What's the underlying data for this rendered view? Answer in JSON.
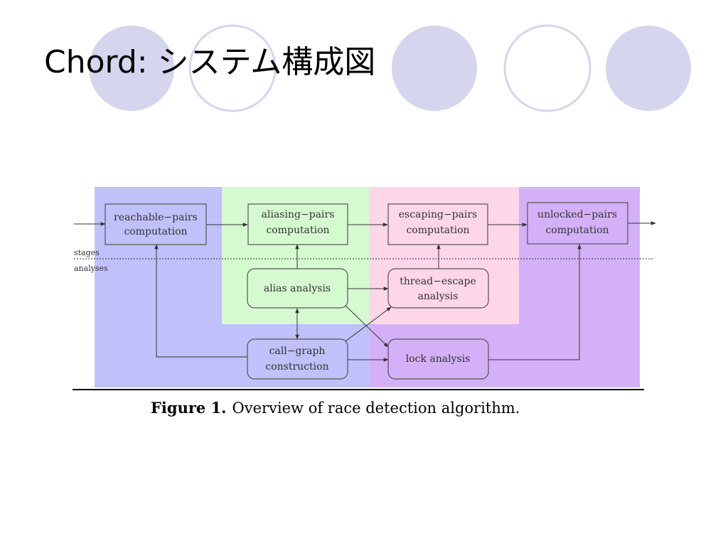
{
  "slide": {
    "title": "Chord: システム構成図"
  },
  "diagram": {
    "boxes": {
      "reachable_pairs": [
        "reachable−pairs",
        "computation"
      ],
      "aliasing_pairs": [
        "aliasing−pairs",
        "computation"
      ],
      "escaping_pairs": [
        "escaping−pairs",
        "computation"
      ],
      "unlocked_pairs": [
        "unlocked−pairs",
        "computation"
      ],
      "alias_analysis": [
        "alias analysis"
      ],
      "thread_escape": [
        "thread−escape",
        "analysis"
      ],
      "call_graph": [
        "call−graph",
        "construction"
      ],
      "lock_analysis": [
        "lock analysis"
      ]
    },
    "labels": {
      "stages": "stages",
      "analyses": "analyses"
    },
    "colors": {
      "blue": "#c0c0fa",
      "green": "#d6fad0",
      "pink": "#fdd6ea",
      "violet": "#d4b0f8",
      "box_border": "#555555"
    }
  },
  "caption": {
    "label": "Figure 1.",
    "text": "Overview of race detection algorithm."
  }
}
